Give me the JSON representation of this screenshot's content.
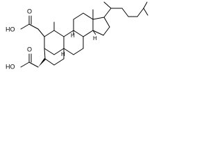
{
  "molecule": {
    "labels": {
      "oh_top": "HO",
      "o_top": "O",
      "oh_bottom": "HO",
      "o_bottom": "O",
      "h_c8": "H",
      "h_c9": "H",
      "h_c14": "H"
    }
  }
}
